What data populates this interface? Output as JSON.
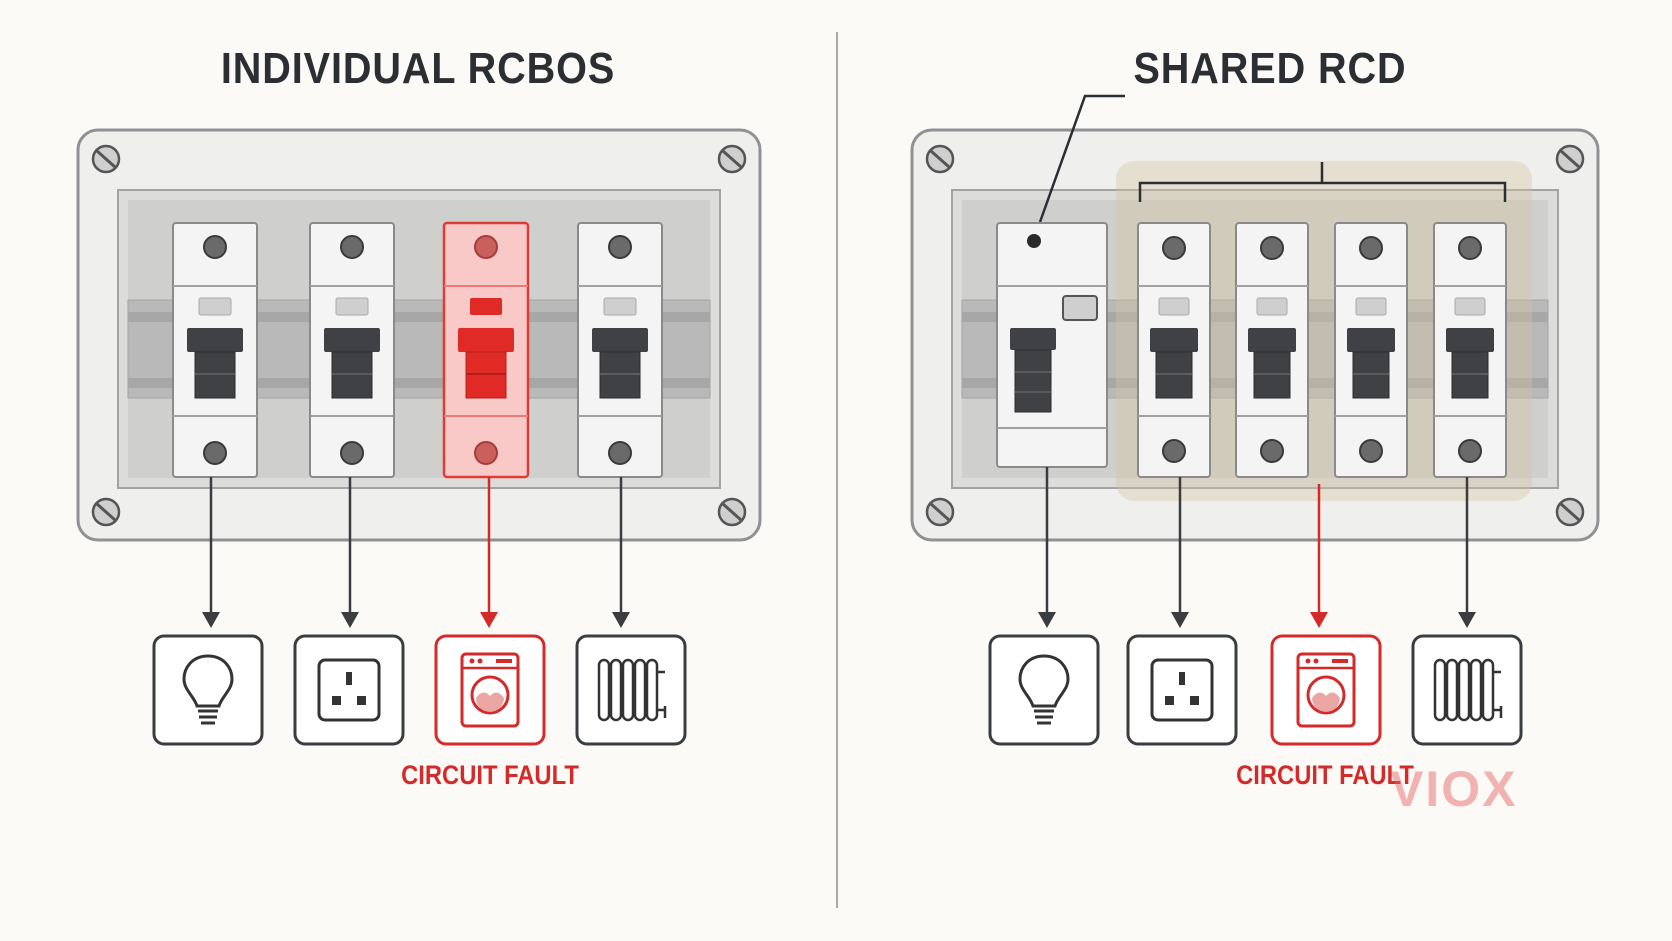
{
  "titles": {
    "left": "INDIVIDUAL RCBOS",
    "right": "SHARED RCD"
  },
  "fault_labels": {
    "left": "CIRCUIT FAULT",
    "right": "CIRCUIT FAULT"
  },
  "logo_text": "VIOX",
  "colors": {
    "fault": "#d42a2a",
    "panel": "#eeeeec",
    "breaker_handle": "#3f4144",
    "background": "#fbfaf6"
  },
  "left_panel": {
    "breakers": [
      {
        "type": "rcbo",
        "tripped": false
      },
      {
        "type": "rcbo",
        "tripped": false
      },
      {
        "type": "rcbo",
        "tripped": true
      },
      {
        "type": "rcbo",
        "tripped": false
      }
    ],
    "loads": [
      "light-bulb-icon",
      "socket-outlet-icon",
      "washing-machine-icon",
      "radiator-icon"
    ],
    "fault_index": 2
  },
  "right_panel": {
    "rcd": {
      "type": "rcd",
      "tripped": false
    },
    "breakers": [
      {
        "type": "mcb",
        "tripped": false
      },
      {
        "type": "mcb",
        "tripped": false
      },
      {
        "type": "mcb",
        "tripped": false
      },
      {
        "type": "mcb",
        "tripped": false
      }
    ],
    "loads": [
      "light-bulb-icon",
      "socket-outlet-icon",
      "washing-machine-icon",
      "radiator-icon"
    ],
    "fault_index": 2
  }
}
